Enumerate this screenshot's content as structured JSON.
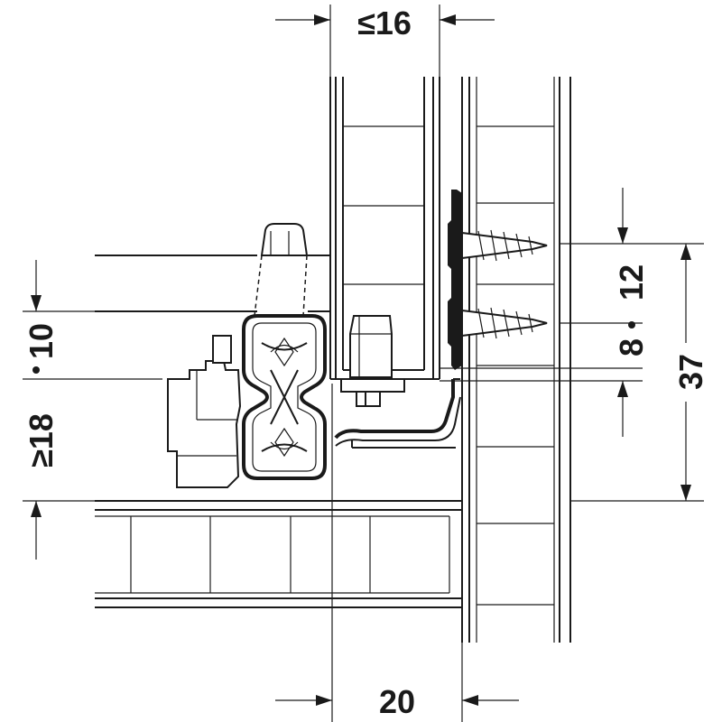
{
  "dimensions": {
    "top_width": "≤16",
    "bottom_width": "20",
    "left_height_lower": "≥18",
    "left_height_upper": "10",
    "right_upper": "12",
    "right_lower": "8",
    "right_total": "37"
  },
  "colors": {
    "line": "#1a1a1a",
    "background": "#ffffff"
  }
}
